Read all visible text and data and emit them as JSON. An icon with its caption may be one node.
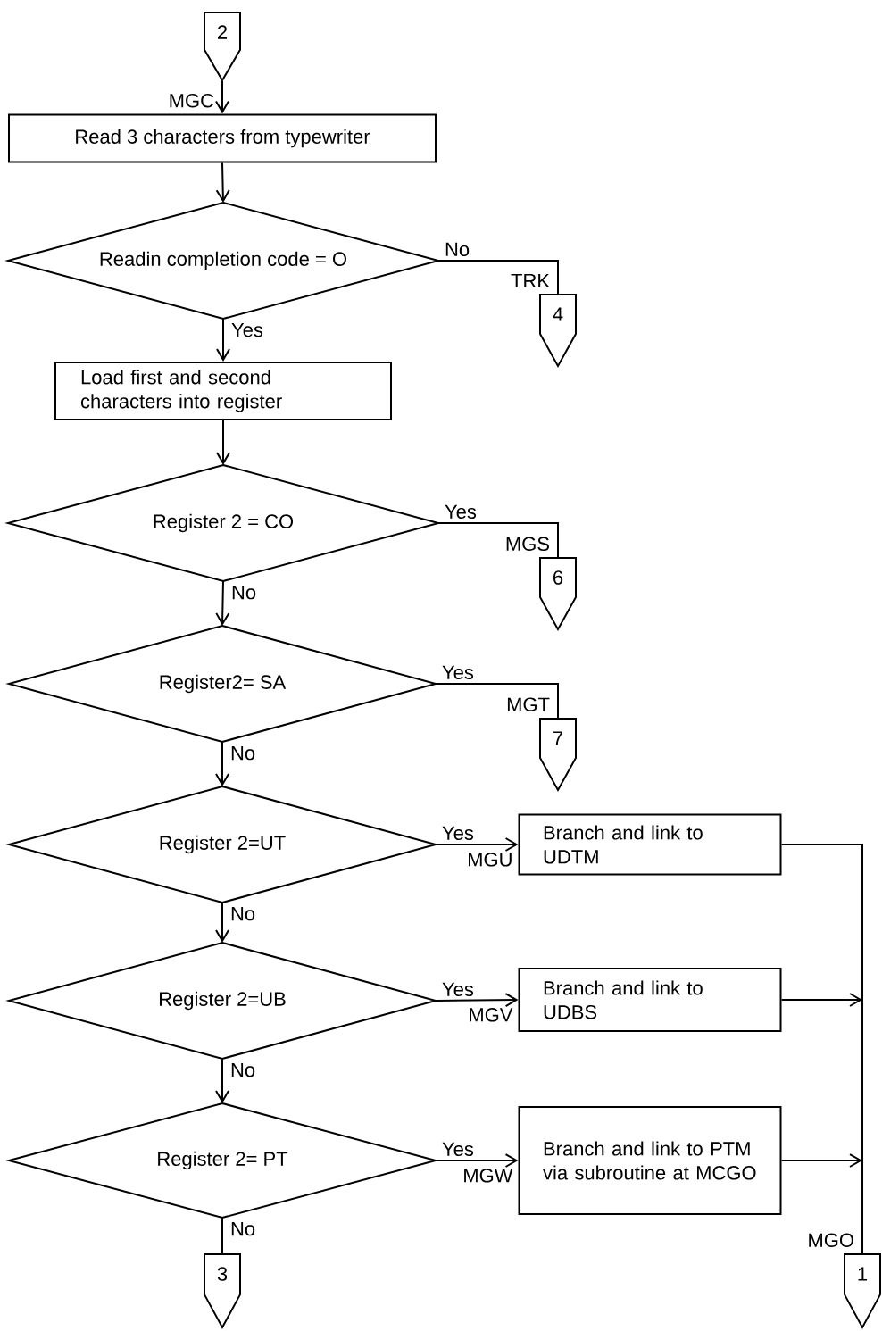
{
  "diagram": {
    "nodes": [
      {
        "text": [
          "2"
        ]
      },
      {
        "text": [
          "Read 3 characters from typewriter"
        ],
        "beside": [
          "MGC"
        ]
      },
      {
        "text": [
          "Readin completion code = O"
        ]
      },
      {
        "text": [
          "4"
        ],
        "beside": [
          "TRK"
        ]
      },
      {
        "text": [
          "Load first and second characters into register"
        ]
      },
      {
        "text": [
          "Register 2 = CO"
        ]
      },
      {
        "text": [
          "6"
        ],
        "beside": [
          "MGS"
        ]
      },
      {
        "text": [
          "Register2= SA"
        ]
      },
      {
        "text": [
          "7"
        ],
        "beside": [
          "MGT"
        ]
      },
      {
        "text": [
          "Register 2=UT"
        ]
      },
      {
        "text": [
          "Branch and link to UDTM"
        ],
        "beside": [
          "MGU"
        ]
      },
      {
        "text": [
          "Register 2=UB"
        ]
      },
      {
        "text": [
          "Branch and link to UDBS"
        ],
        "beside": [
          "MGV"
        ]
      },
      {
        "text": [
          "Register 2= PT"
        ]
      },
      {
        "text": [
          "Branch and link to PTM via subroutine at MCGO"
        ],
        "beside": [
          "MGW"
        ]
      },
      {
        "text": [
          "3"
        ]
      },
      {
        "text": [
          "1"
        ],
        "beside": [
          "MGO"
        ]
      }
    ],
    "edges": [
      {
        "from": 0,
        "to": 1,
        "arrow": "to"
      },
      {
        "from": 1,
        "to": 2,
        "arrow": "to"
      },
      {
        "from": 2,
        "to": 3,
        "arrow": "none",
        "label": "No"
      },
      {
        "from": 2,
        "to": 4,
        "arrow": "to",
        "label": "Yes"
      },
      {
        "from": 4,
        "to": 5,
        "arrow": "to"
      },
      {
        "from": 5,
        "to": 6,
        "arrow": "none",
        "label": "Yes"
      },
      {
        "from": 5,
        "to": 7,
        "arrow": "to",
        "label": "No"
      },
      {
        "from": 7,
        "to": 8,
        "arrow": "none",
        "label": "Yes"
      },
      {
        "from": 7,
        "to": 9,
        "arrow": "to",
        "label": "No"
      },
      {
        "from": 9,
        "to": 10,
        "arrow": "to",
        "label": "Yes"
      },
      {
        "from": 9,
        "to": 11,
        "arrow": "to",
        "label": "No"
      },
      {
        "from": 11,
        "to": 12,
        "arrow": "to",
        "label": "Yes"
      },
      {
        "from": 11,
        "to": 13,
        "arrow": "to",
        "label": "No"
      },
      {
        "from": 13,
        "to": 14,
        "arrow": "to",
        "label": "Yes"
      },
      {
        "from": 13,
        "to": 15,
        "arrow": "none",
        "label": "No"
      },
      {
        "from": 10,
        "to": 16,
        "arrow": "none"
      },
      {
        "from": 12,
        "to": 16,
        "arrow": "to"
      },
      {
        "from": 14,
        "to": 16,
        "arrow": "to"
      }
    ]
  }
}
